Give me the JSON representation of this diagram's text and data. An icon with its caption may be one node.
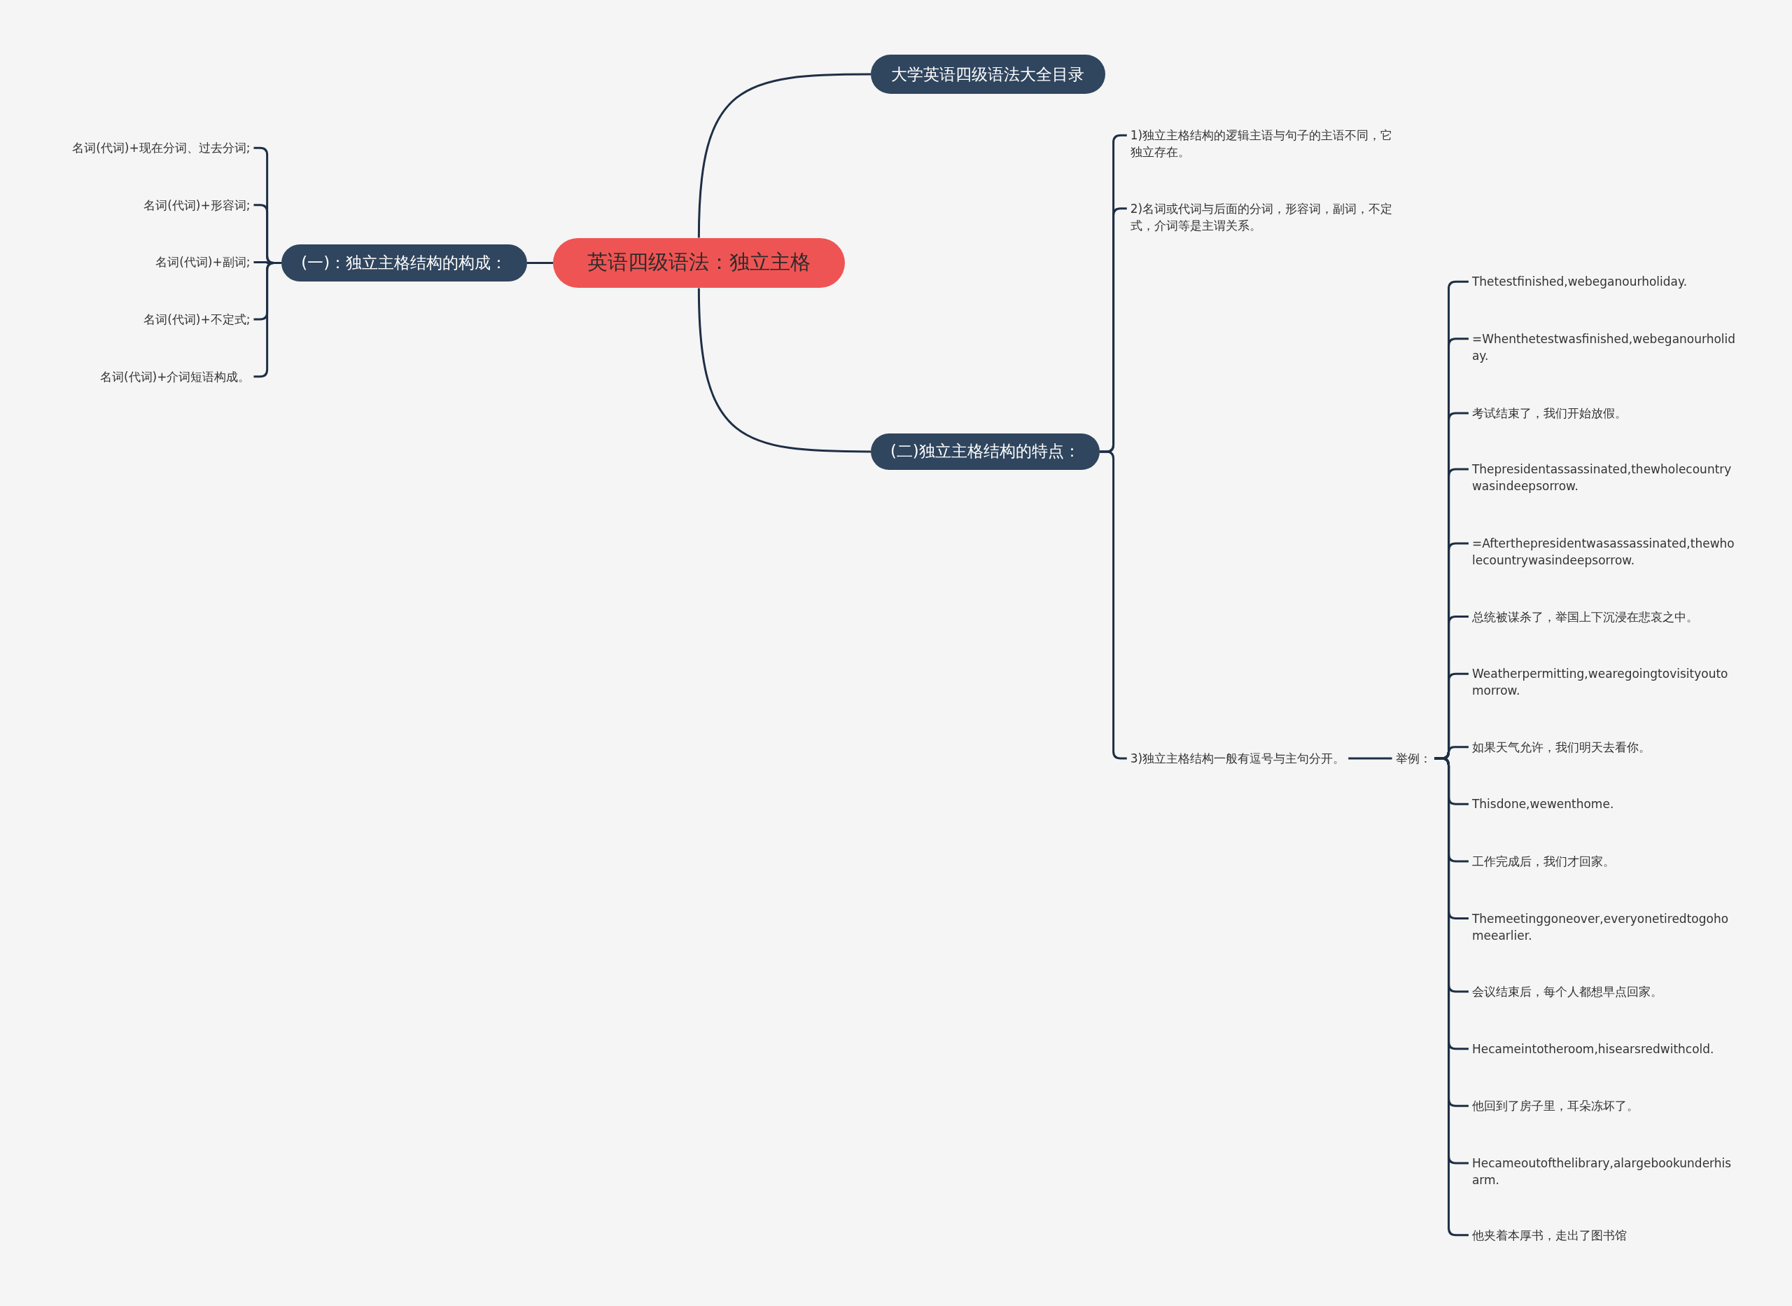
{
  "diagram": {
    "nodes": [
      {
        "text": [
          "英语四级语法：独立主格"
        ]
      },
      {
        "text": [
          "大学英语四级语法大全目录"
        ]
      },
      {
        "text": [
          "(一)：独立主格结构的构成："
        ]
      },
      {
        "text": [
          "名词(代词)+现在分词、过去分词;"
        ]
      },
      {
        "text": [
          "名词(代词)+形容词;"
        ]
      },
      {
        "text": [
          "名词(代词)+副词;"
        ]
      },
      {
        "text": [
          "名词(代词)+不定式;"
        ]
      },
      {
        "text": [
          "名词(代词)+介词短语构成。"
        ]
      },
      {
        "text": [
          "(二)独立主格结构的特点："
        ]
      },
      {
        "text": [
          "1)独立主格结构的逻辑主语与句子的主语不同，它独立存在。"
        ]
      },
      {
        "text": [
          "2)名词或代词与后面的分词，形容词，副词，不定式，介词等是主谓关系。"
        ]
      },
      {
        "text": [
          "3)独立主格结构一般有逗号与主句分开。"
        ]
      },
      {
        "text": [
          "举例："
        ]
      },
      {
        "text": [
          "Thetestfinished,webeganourholiday."
        ]
      },
      {
        "text": [
          "=Whenthetestwasfinished,webeganourholiday."
        ]
      },
      {
        "text": [
          "考试结束了，我们开始放假。"
        ]
      },
      {
        "text": [
          "Thepresidentassassinated,thewholecountrywasindeepsorrow."
        ]
      },
      {
        "text": [
          "=Afterthepresidentwasassassinated,thewholecountrywasindeepsorrow."
        ]
      },
      {
        "text": [
          "总统被谋杀了，举国上下沉浸在悲哀之中。"
        ]
      },
      {
        "text": [
          "Weatherpermitting,wearegoingtovisityoutomorrow."
        ]
      },
      {
        "text": [
          "如果天气允许，我们明天去看你。"
        ]
      },
      {
        "text": [
          "Thisdone,wewenthome."
        ]
      },
      {
        "text": [
          "工作完成后，我们才回家。"
        ]
      },
      {
        "text": [
          "Themeetinggoneover,everyonetiredtogohomeearlier."
        ]
      },
      {
        "text": [
          "会议结束后，每个人都想早点回家。"
        ]
      },
      {
        "text": [
          "Hecameintotheroom,hisearsredwithcold."
        ]
      },
      {
        "text": [
          "他回到了房子里，耳朵冻坏了。"
        ]
      },
      {
        "text": [
          "Hecameoutofthelibrary,alargebookunderhisarm."
        ]
      },
      {
        "text": [
          "他夹着本厚书，走出了图书馆"
        ]
      }
    ],
    "edges": [
      {
        "from": 0,
        "to": 1,
        "arrow": "none"
      },
      {
        "from": 0,
        "to": 2,
        "arrow": "none"
      },
      {
        "from": 2,
        "to": 3,
        "arrow": "none"
      },
      {
        "from": 2,
        "to": 4,
        "arrow": "none"
      },
      {
        "from": 2,
        "to": 5,
        "arrow": "none"
      },
      {
        "from": 2,
        "to": 6,
        "arrow": "none"
      },
      {
        "from": 2,
        "to": 7,
        "arrow": "none"
      },
      {
        "from": 0,
        "to": 8,
        "arrow": "none"
      },
      {
        "from": 8,
        "to": 9,
        "arrow": "none"
      },
      {
        "from": 8,
        "to": 10,
        "arrow": "none"
      },
      {
        "from": 8,
        "to": 11,
        "arrow": "none"
      },
      {
        "from": 11,
        "to": 12,
        "arrow": "none"
      },
      {
        "from": 12,
        "to": 13,
        "arrow": "none"
      },
      {
        "from": 12,
        "to": 14,
        "arrow": "none"
      },
      {
        "from": 12,
        "to": 15,
        "arrow": "none"
      },
      {
        "from": 12,
        "to": 16,
        "arrow": "none"
      },
      {
        "from": 12,
        "to": 17,
        "arrow": "none"
      },
      {
        "from": 12,
        "to": 18,
        "arrow": "none"
      },
      {
        "from": 12,
        "to": 19,
        "arrow": "none"
      },
      {
        "from": 12,
        "to": 20,
        "arrow": "none"
      },
      {
        "from": 12,
        "to": 21,
        "arrow": "none"
      },
      {
        "from": 12,
        "to": 22,
        "arrow": "none"
      },
      {
        "from": 12,
        "to": 23,
        "arrow": "none"
      },
      {
        "from": 12,
        "to": 24,
        "arrow": "none"
      },
      {
        "from": 12,
        "to": 25,
        "arrow": "none"
      },
      {
        "from": 12,
        "to": 26,
        "arrow": "none"
      },
      {
        "from": 12,
        "to": 27,
        "arrow": "none"
      },
      {
        "from": 12,
        "to": 28,
        "arrow": "none"
      }
    ]
  }
}
